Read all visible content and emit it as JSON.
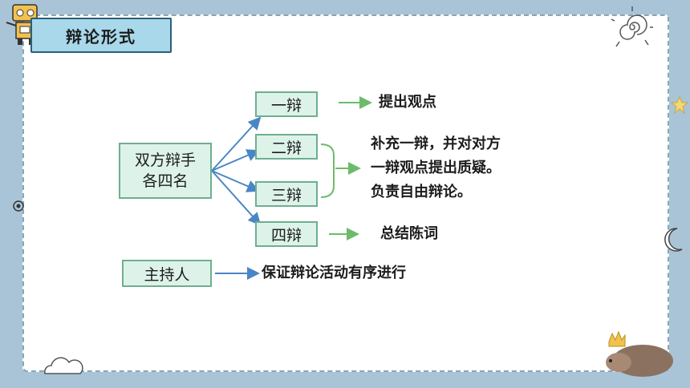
{
  "title": "辩论形式",
  "left_box": {
    "line1": "双方辩手",
    "line2": "各四名"
  },
  "debaters": [
    "一辩",
    "二辩",
    "三辩",
    "四辩"
  ],
  "host": "主持人",
  "descriptions": {
    "first": "提出观点",
    "middle": [
      "补充一辩，并对对方",
      "一辩观点提出质疑。",
      "负责自由辩论。"
    ],
    "fourth": "总结陈词",
    "host": "保证辩论活动有序进行"
  },
  "colors": {
    "background": "#a9c4d6",
    "box_fill": "#ddf3ea",
    "box_border": "#6fae90",
    "blue_arrow": "#4a86c5",
    "green_arrow": "#6dbb6a",
    "title_fill": "#a8d8ea"
  },
  "icons": [
    "robot-icon",
    "sun-icon",
    "star-icon",
    "moon-icon",
    "cloud-icon",
    "hedgehog-icon",
    "spiral-icon"
  ]
}
